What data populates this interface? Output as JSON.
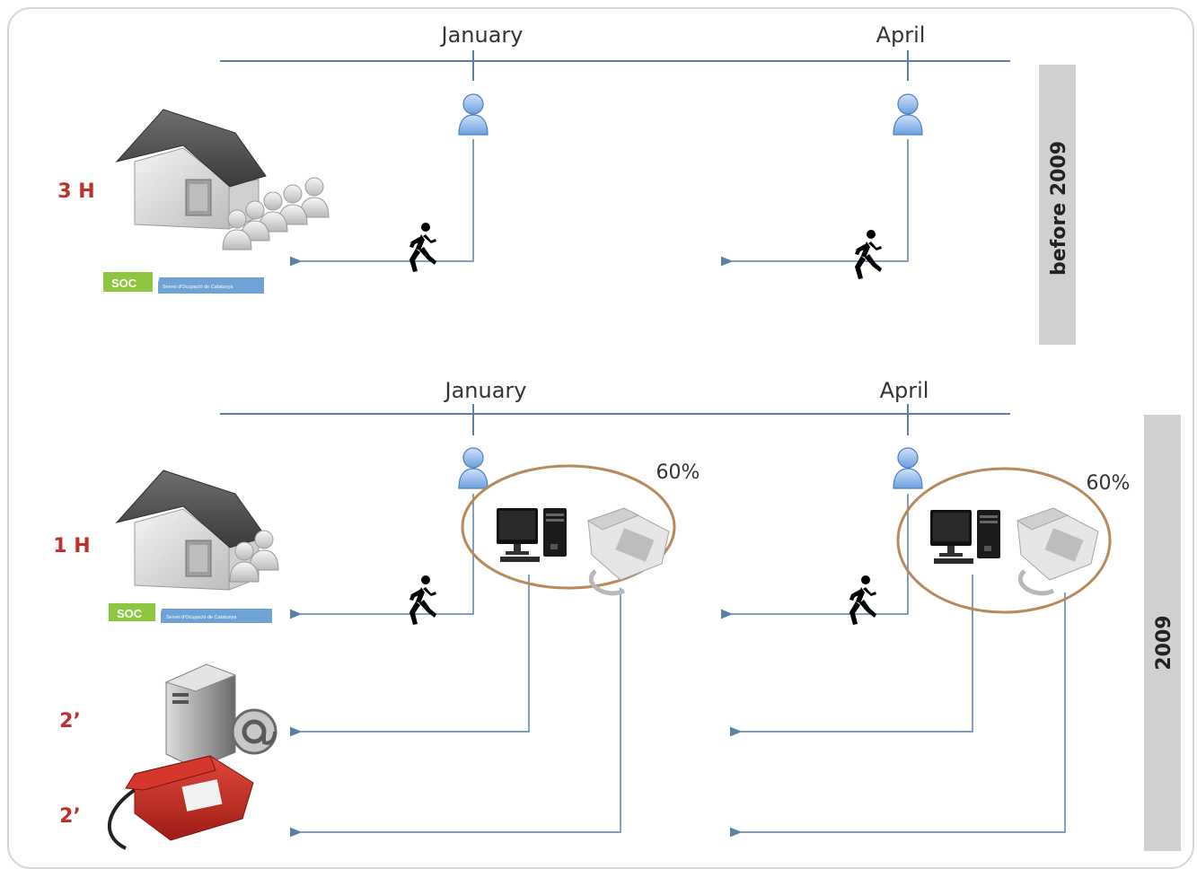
{
  "panels": {
    "before": {
      "era_label": "before 2009",
      "month_start": "January",
      "month_end": "April",
      "time_label": "3 H",
      "logo": {
        "brand": "SOC",
        "org": "Servei d'Ocupació de Catalunya"
      }
    },
    "after": {
      "era_label": "2009",
      "month_start": "January",
      "month_end": "April",
      "pct_january": "60%",
      "pct_april": "60%",
      "time_in_person": "1 H",
      "time_online": "2’",
      "time_phone": "2’",
      "logo": {
        "brand": "SOC",
        "org": "Servei d'Ocupació de Catalunya"
      }
    }
  },
  "colors": {
    "line": "#5b7fa8",
    "duration_text": "#c0302a",
    "era_band": "#d0d0d0",
    "ellipse": "#b8895a",
    "soc_green": "#8dc63f",
    "soc_blue": "#6fa3d6"
  },
  "icons": [
    "person-icon",
    "walking-person-icon",
    "office-building-icon",
    "crowd-icon",
    "computer-icon",
    "telephone-icon",
    "server-at-icon",
    "red-telephone-icon"
  ]
}
